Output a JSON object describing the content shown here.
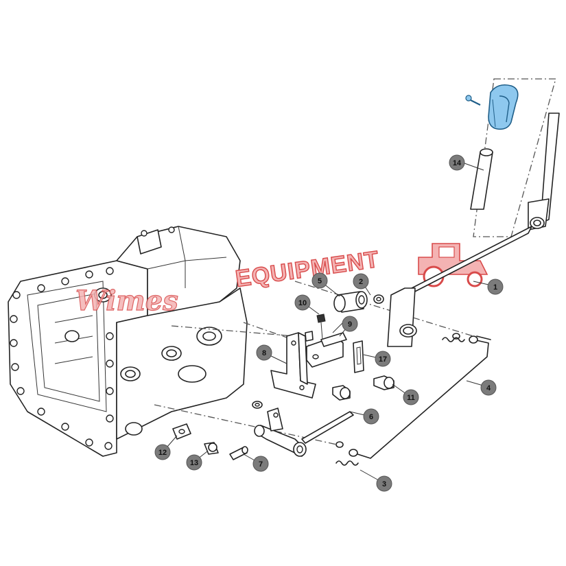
{
  "watermark": {
    "brand_text": "EQUIPMENT",
    "script_text": "Wimes",
    "color_fill": "#f4b3b3",
    "color_stroke": "#d84a4a"
  },
  "highlight_color": "#8ec8ee",
  "callouts": [
    {
      "id": "c1",
      "label": "1"
    },
    {
      "id": "c2",
      "label": "2"
    },
    {
      "id": "c3",
      "label": "3"
    },
    {
      "id": "c4",
      "label": "4"
    },
    {
      "id": "c5",
      "label": "5"
    },
    {
      "id": "c6",
      "label": "6"
    },
    {
      "id": "c7",
      "label": "7"
    },
    {
      "id": "c8",
      "label": "8"
    },
    {
      "id": "c9",
      "label": "9"
    },
    {
      "id": "c10",
      "label": "10"
    },
    {
      "id": "c11",
      "label": "11"
    },
    {
      "id": "c12",
      "label": "12"
    },
    {
      "id": "c13",
      "label": "13"
    },
    {
      "id": "c14",
      "label": "14"
    },
    {
      "id": "c17",
      "label": "17"
    }
  ]
}
